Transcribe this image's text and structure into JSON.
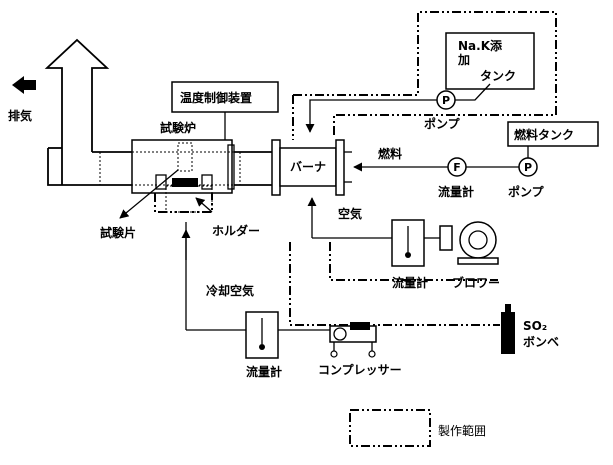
{
  "labels": {
    "exhaust": "排気",
    "furnace": "試験炉",
    "temp_control": "温度制御装置",
    "test_piece": "試験片",
    "holder": "ホルダー",
    "burner": "バーナ",
    "nak_tank_line1": "Na.K添",
    "nak_tank_line2": "加",
    "nak_tank_line3": "タンク",
    "pump_top": "ポンプ",
    "fuel_tank": "燃料タンク",
    "fuel": "燃料",
    "flowmeter_fuel": "流量計",
    "pump_fuel": "ポンプ",
    "air": "空気",
    "flowmeter_air": "流量計",
    "blower": "ブロワー",
    "cooling_air": "冷却空気",
    "flowmeter_cool": "流量計",
    "compressor": "コンプレッサー",
    "so2_line1": "SO₂",
    "so2_line2": "ボンベ",
    "legend": "製作範囲",
    "pump_symbol": "P",
    "flow_symbol": "F"
  }
}
